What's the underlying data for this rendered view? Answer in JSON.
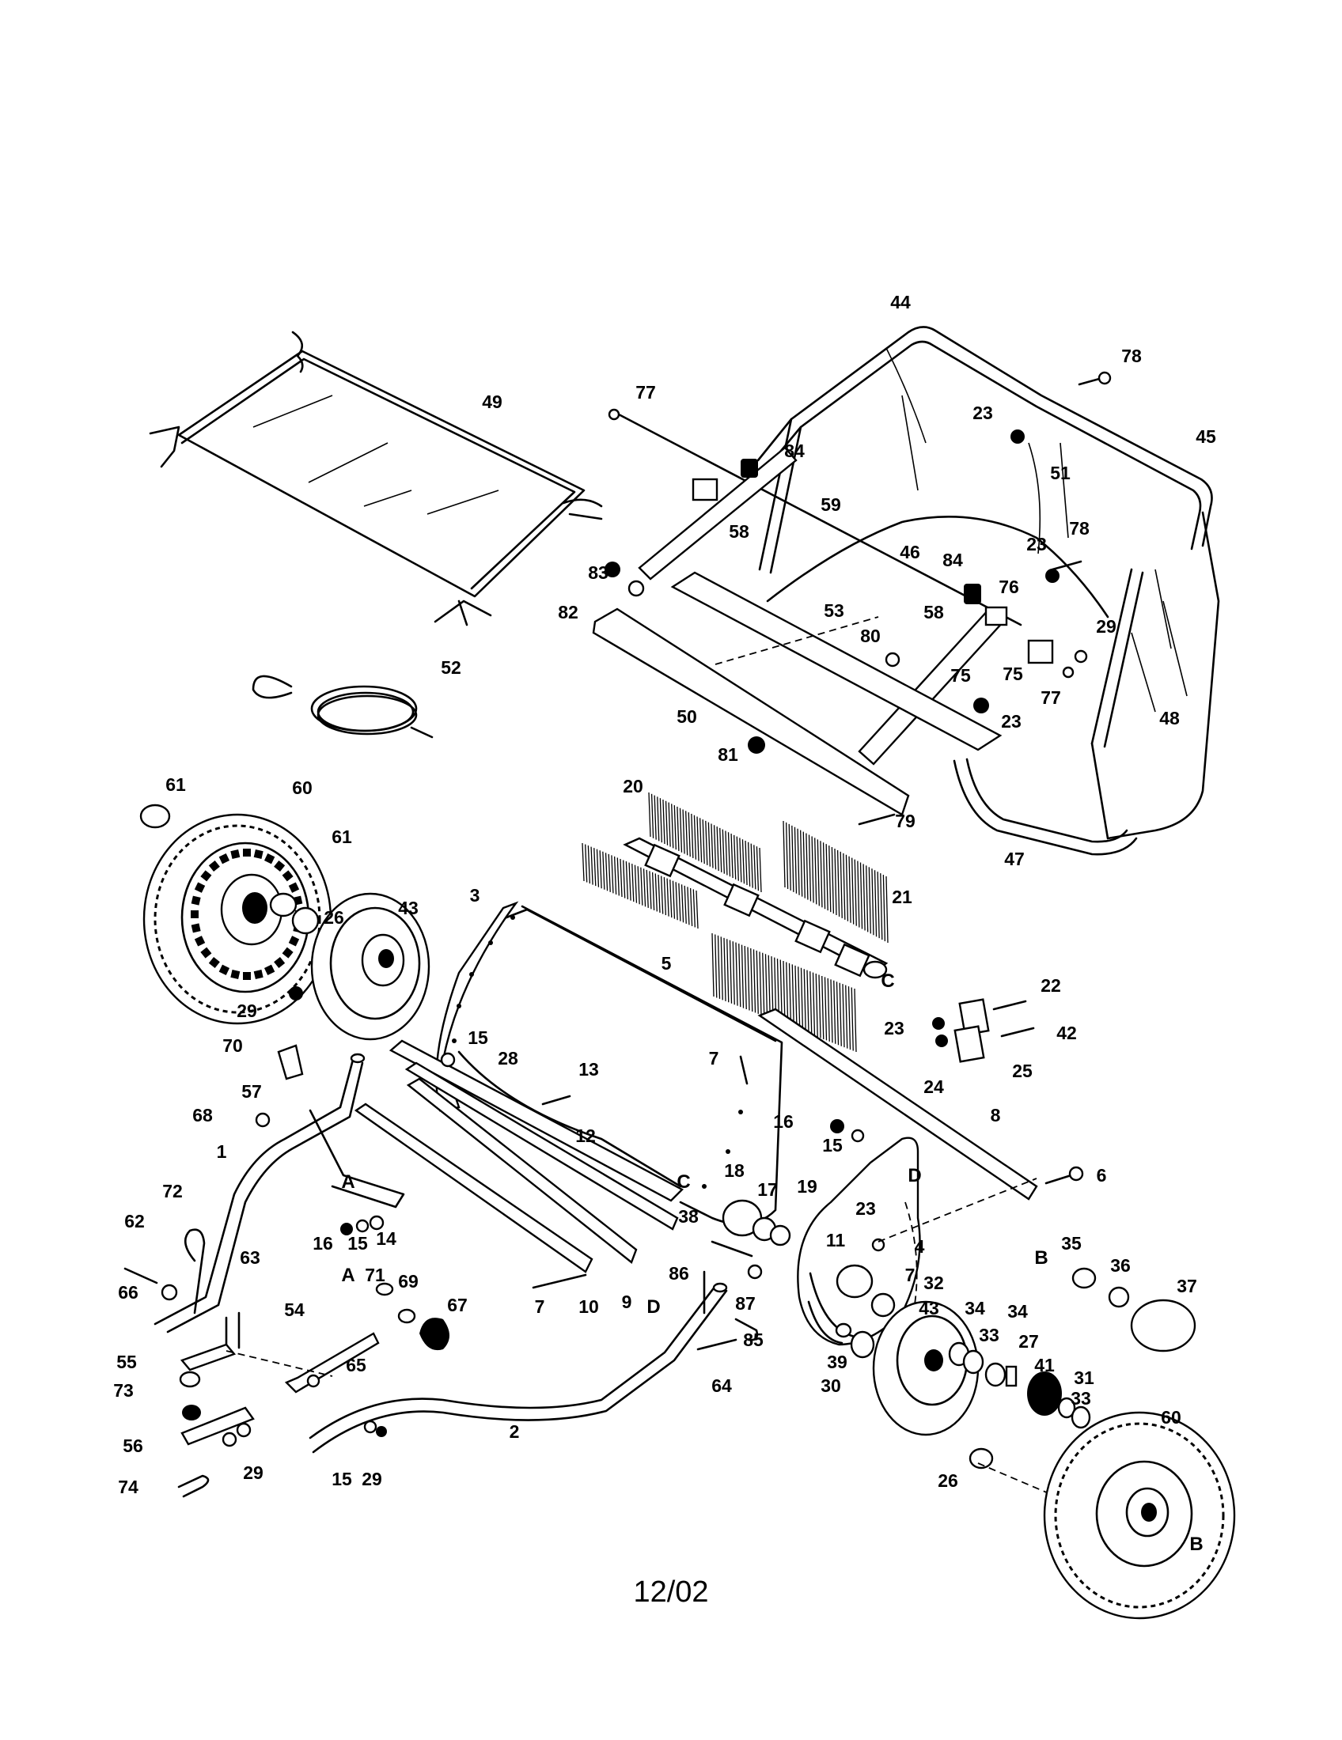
{
  "diagram": {
    "footer_date": "12/02",
    "part_labels": [
      {
        "id": "p44",
        "text": "44"
      },
      {
        "id": "p78a",
        "text": "78"
      },
      {
        "id": "p49",
        "text": "49"
      },
      {
        "id": "p77a",
        "text": "77"
      },
      {
        "id": "p23a",
        "text": "23"
      },
      {
        "id": "p45",
        "text": "45"
      },
      {
        "id": "p84a",
        "text": "84"
      },
      {
        "id": "p51",
        "text": "51"
      },
      {
        "id": "p59",
        "text": "59"
      },
      {
        "id": "p58a",
        "text": "58"
      },
      {
        "id": "p23b",
        "text": "23"
      },
      {
        "id": "p78b",
        "text": "78"
      },
      {
        "id": "p46",
        "text": "46"
      },
      {
        "id": "p83",
        "text": "83"
      },
      {
        "id": "p84b",
        "text": "84"
      },
      {
        "id": "p76",
        "text": "76"
      },
      {
        "id": "p82",
        "text": "82"
      },
      {
        "id": "p53",
        "text": "53"
      },
      {
        "id": "p58b",
        "text": "58"
      },
      {
        "id": "p29a",
        "text": "29"
      },
      {
        "id": "p80",
        "text": "80"
      },
      {
        "id": "p52",
        "text": "52"
      },
      {
        "id": "p75a",
        "text": "75"
      },
      {
        "id": "p75b",
        "text": "75"
      },
      {
        "id": "p77b",
        "text": "77"
      },
      {
        "id": "p50",
        "text": "50"
      },
      {
        "id": "p23c",
        "text": "23"
      },
      {
        "id": "p48",
        "text": "48"
      },
      {
        "id": "p81",
        "text": "81"
      },
      {
        "id": "p20",
        "text": "20"
      },
      {
        "id": "p61a",
        "text": "61"
      },
      {
        "id": "p60a",
        "text": "60"
      },
      {
        "id": "p79",
        "text": "79"
      },
      {
        "id": "p47",
        "text": "47"
      },
      {
        "id": "p61b",
        "text": "61"
      },
      {
        "id": "p21",
        "text": "21"
      },
      {
        "id": "p3",
        "text": "3"
      },
      {
        "id": "p43a",
        "text": "43"
      },
      {
        "id": "p26a",
        "text": "26"
      },
      {
        "id": "p5",
        "text": "5"
      },
      {
        "id": "p22",
        "text": "22"
      },
      {
        "id": "p29b",
        "text": "29"
      },
      {
        "id": "p23d",
        "text": "23"
      },
      {
        "id": "p42",
        "text": "42"
      },
      {
        "id": "p15a",
        "text": "15"
      },
      {
        "id": "p70",
        "text": "70"
      },
      {
        "id": "p28",
        "text": "28"
      },
      {
        "id": "p7a",
        "text": "7"
      },
      {
        "id": "p25",
        "text": "25"
      },
      {
        "id": "p24",
        "text": "24"
      },
      {
        "id": "p13",
        "text": "13"
      },
      {
        "id": "p57",
        "text": "57"
      },
      {
        "id": "p68",
        "text": "68"
      },
      {
        "id": "p16a",
        "text": "16"
      },
      {
        "id": "p8",
        "text": "8"
      },
      {
        "id": "p15b",
        "text": "15"
      },
      {
        "id": "p1",
        "text": "1"
      },
      {
        "id": "p12",
        "text": "12"
      },
      {
        "id": "p18",
        "text": "18"
      },
      {
        "id": "p6",
        "text": "6"
      },
      {
        "id": "p17",
        "text": "17"
      },
      {
        "id": "p19",
        "text": "19"
      },
      {
        "id": "p72",
        "text": "72"
      },
      {
        "id": "p23e",
        "text": "23"
      },
      {
        "id": "p38",
        "text": "38"
      },
      {
        "id": "p14",
        "text": "14"
      },
      {
        "id": "p16b",
        "text": "16"
      },
      {
        "id": "p15c",
        "text": "15"
      },
      {
        "id": "p11",
        "text": "11"
      },
      {
        "id": "p4",
        "text": "4"
      },
      {
        "id": "p35",
        "text": "35"
      },
      {
        "id": "p62",
        "text": "62"
      },
      {
        "id": "p36",
        "text": "36"
      },
      {
        "id": "p63",
        "text": "63"
      },
      {
        "id": "p71",
        "text": "71"
      },
      {
        "id": "p69",
        "text": "69"
      },
      {
        "id": "p86",
        "text": "86"
      },
      {
        "id": "p7b",
        "text": "7"
      },
      {
        "id": "p32",
        "text": "32"
      },
      {
        "id": "p37",
        "text": "37"
      },
      {
        "id": "p66",
        "text": "66"
      },
      {
        "id": "p87",
        "text": "87"
      },
      {
        "id": "p43b",
        "text": "43"
      },
      {
        "id": "p67",
        "text": "67"
      },
      {
        "id": "p7c",
        "text": "7"
      },
      {
        "id": "p10",
        "text": "10"
      },
      {
        "id": "p9",
        "text": "9"
      },
      {
        "id": "p34a",
        "text": "34"
      },
      {
        "id": "p34b",
        "text": "34"
      },
      {
        "id": "p85",
        "text": "85"
      },
      {
        "id": "p33a",
        "text": "33"
      },
      {
        "id": "p54",
        "text": "54"
      },
      {
        "id": "p27",
        "text": "27"
      },
      {
        "id": "p55",
        "text": "55"
      },
      {
        "id": "p39",
        "text": "39"
      },
      {
        "id": "p65",
        "text": "65"
      },
      {
        "id": "p30",
        "text": "30"
      },
      {
        "id": "p41",
        "text": "41"
      },
      {
        "id": "p31",
        "text": "31"
      },
      {
        "id": "p73",
        "text": "73"
      },
      {
        "id": "p64",
        "text": "64"
      },
      {
        "id": "p33b",
        "text": "33"
      },
      {
        "id": "p60b",
        "text": "60"
      },
      {
        "id": "p2",
        "text": "2"
      },
      {
        "id": "p26b",
        "text": "26"
      },
      {
        "id": "p56",
        "text": "56"
      },
      {
        "id": "p15d",
        "text": "15"
      },
      {
        "id": "p29c",
        "text": "29"
      },
      {
        "id": "p29d",
        "text": "29"
      },
      {
        "id": "p74",
        "text": "74"
      }
    ],
    "letter_labels": [
      {
        "id": "lA1",
        "text": "A"
      },
      {
        "id": "lA2",
        "text": "A"
      },
      {
        "id": "lB1",
        "text": "B"
      },
      {
        "id": "lB2",
        "text": "B"
      },
      {
        "id": "lC1",
        "text": "C"
      },
      {
        "id": "lC2",
        "text": "C"
      },
      {
        "id": "lD1",
        "text": "D"
      },
      {
        "id": "lD2",
        "text": "D"
      }
    ]
  }
}
